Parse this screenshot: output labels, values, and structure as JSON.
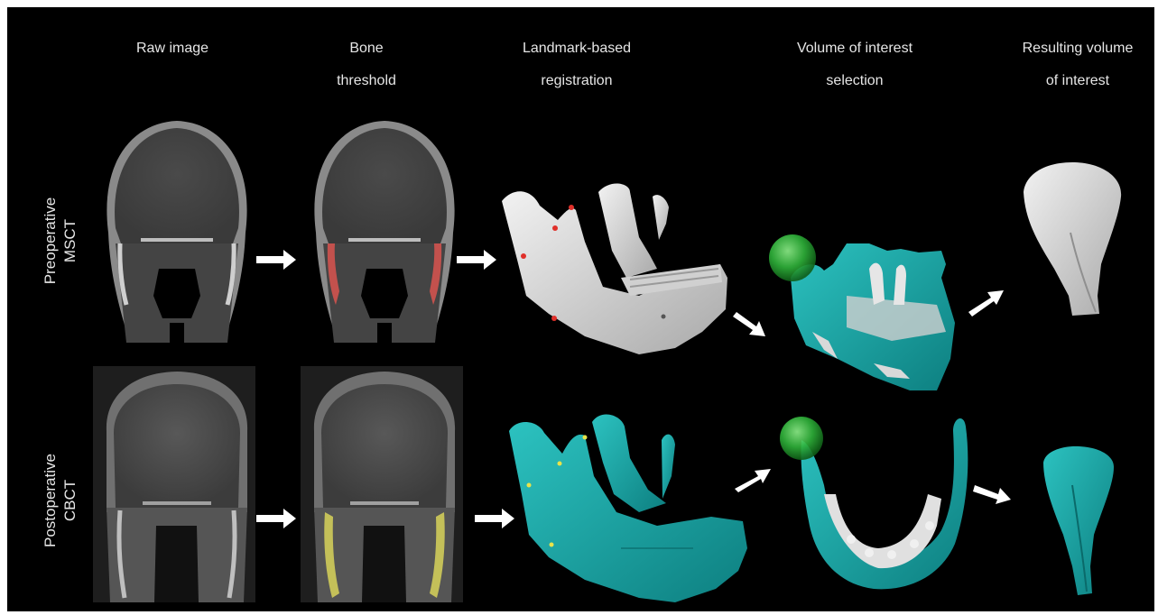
{
  "column_titles": {
    "raw_image": "Raw image",
    "bone_threshold": "Bone\nthreshold",
    "registration": "Landmark-based\nregistration",
    "voi_selection": "Volume of interest\nselection",
    "resulting_voi": "Resulting volume\nof interest"
  },
  "row_labels": {
    "preoperative": "Preoperative\nMSCT",
    "postoperative": "Postoperative\nCBCT"
  },
  "colors": {
    "background": "#000000",
    "text": "#e6e6e6",
    "bone": "#d9d9d9",
    "teal_surface": "#1aa3a3",
    "threshold_pre": "#d9534f",
    "threshold_post": "#d8d35a",
    "sphere": "#3fcf4a",
    "arrow": "#ffffff"
  }
}
